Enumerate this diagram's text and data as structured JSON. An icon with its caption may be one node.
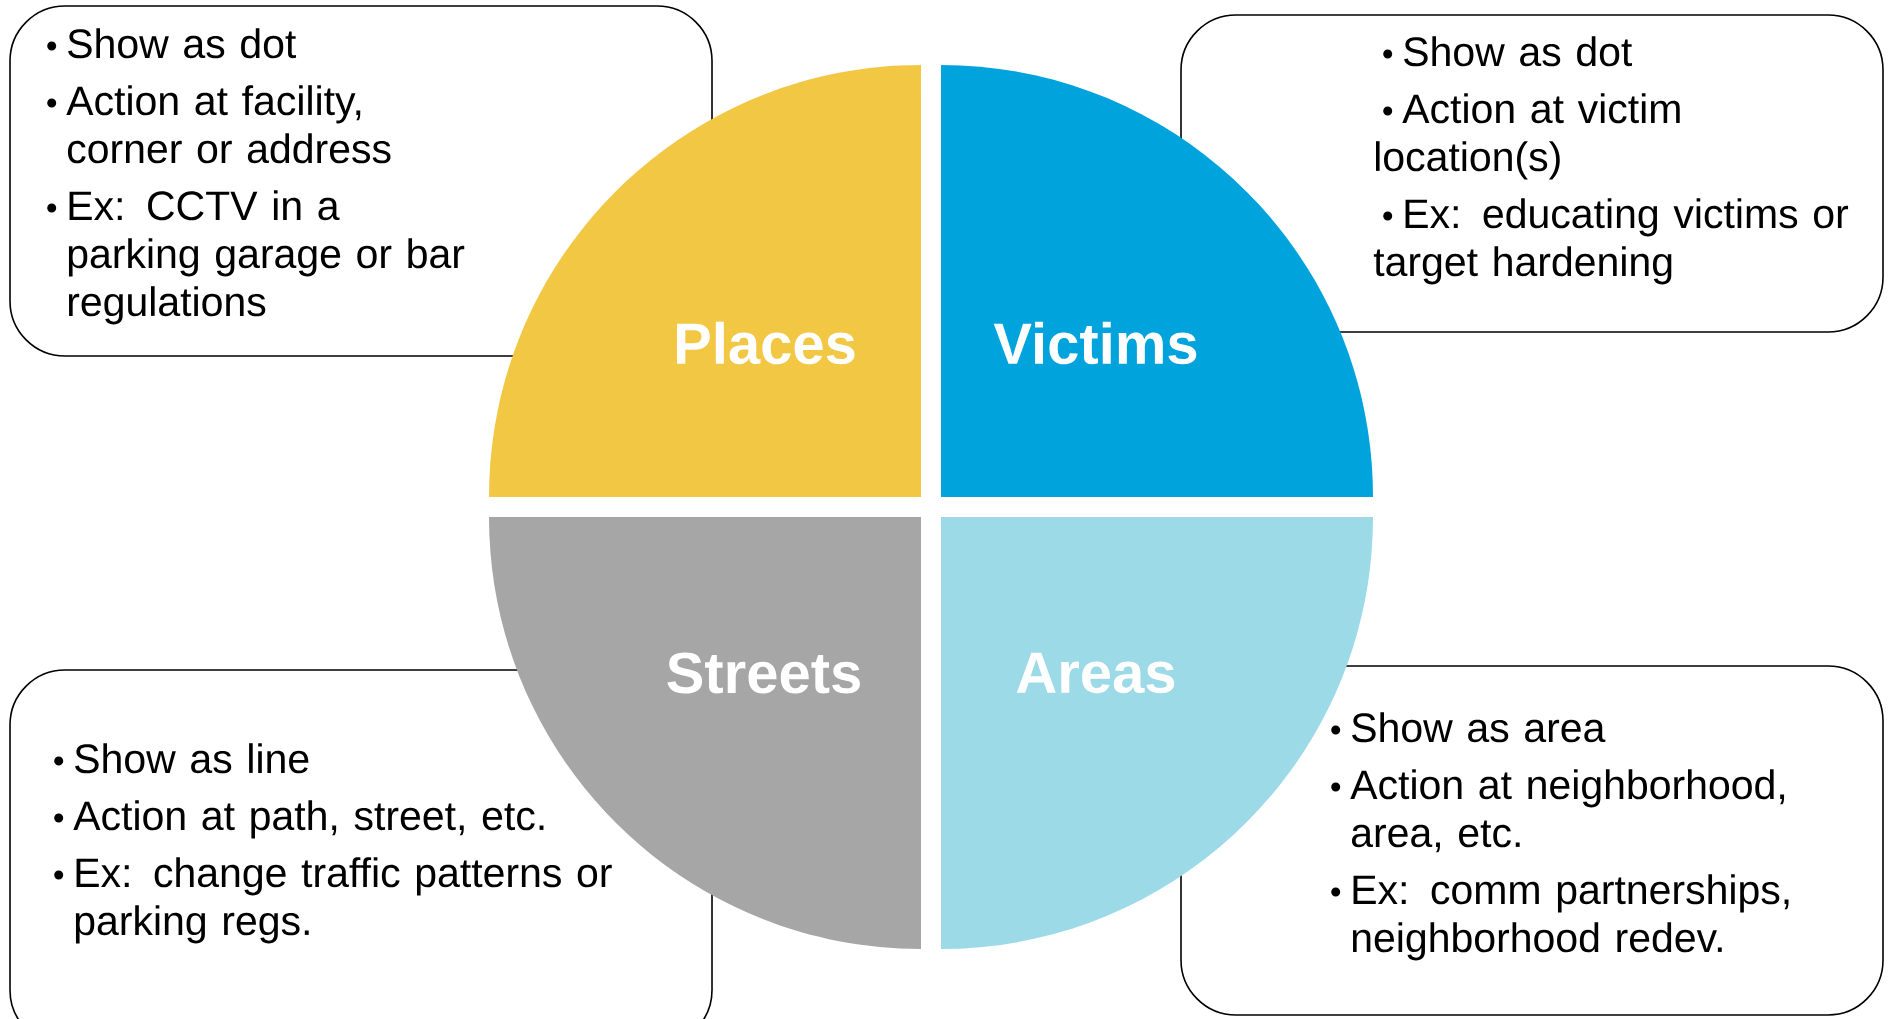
{
  "diagram": {
    "nodes": [
      {
        "text": [
          "Show as dot",
          "Action at facility, corner or address",
          "Ex: CCTV in a parking garage or bar regulations"
        ]
      },
      {
        "text": [
          "Places"
        ]
      },
      {
        "text": [
          "Victims"
        ]
      },
      {
        "text": [
          "Show as dot",
          "Action at victim location(s)",
          "Ex: educating victims or target hardening"
        ]
      },
      {
        "text": [
          "Show as line",
          "Action at path, street, etc.",
          "Ex: change traffic patterns or parking regs."
        ]
      },
      {
        "text": [
          "Streets"
        ]
      },
      {
        "text": [
          "Areas"
        ]
      },
      {
        "text": [
          "Show as area",
          "Action at neighborhood, area, etc.",
          "Ex: comm partnerships, neighborhood redev."
        ]
      }
    ],
    "edges": []
  }
}
